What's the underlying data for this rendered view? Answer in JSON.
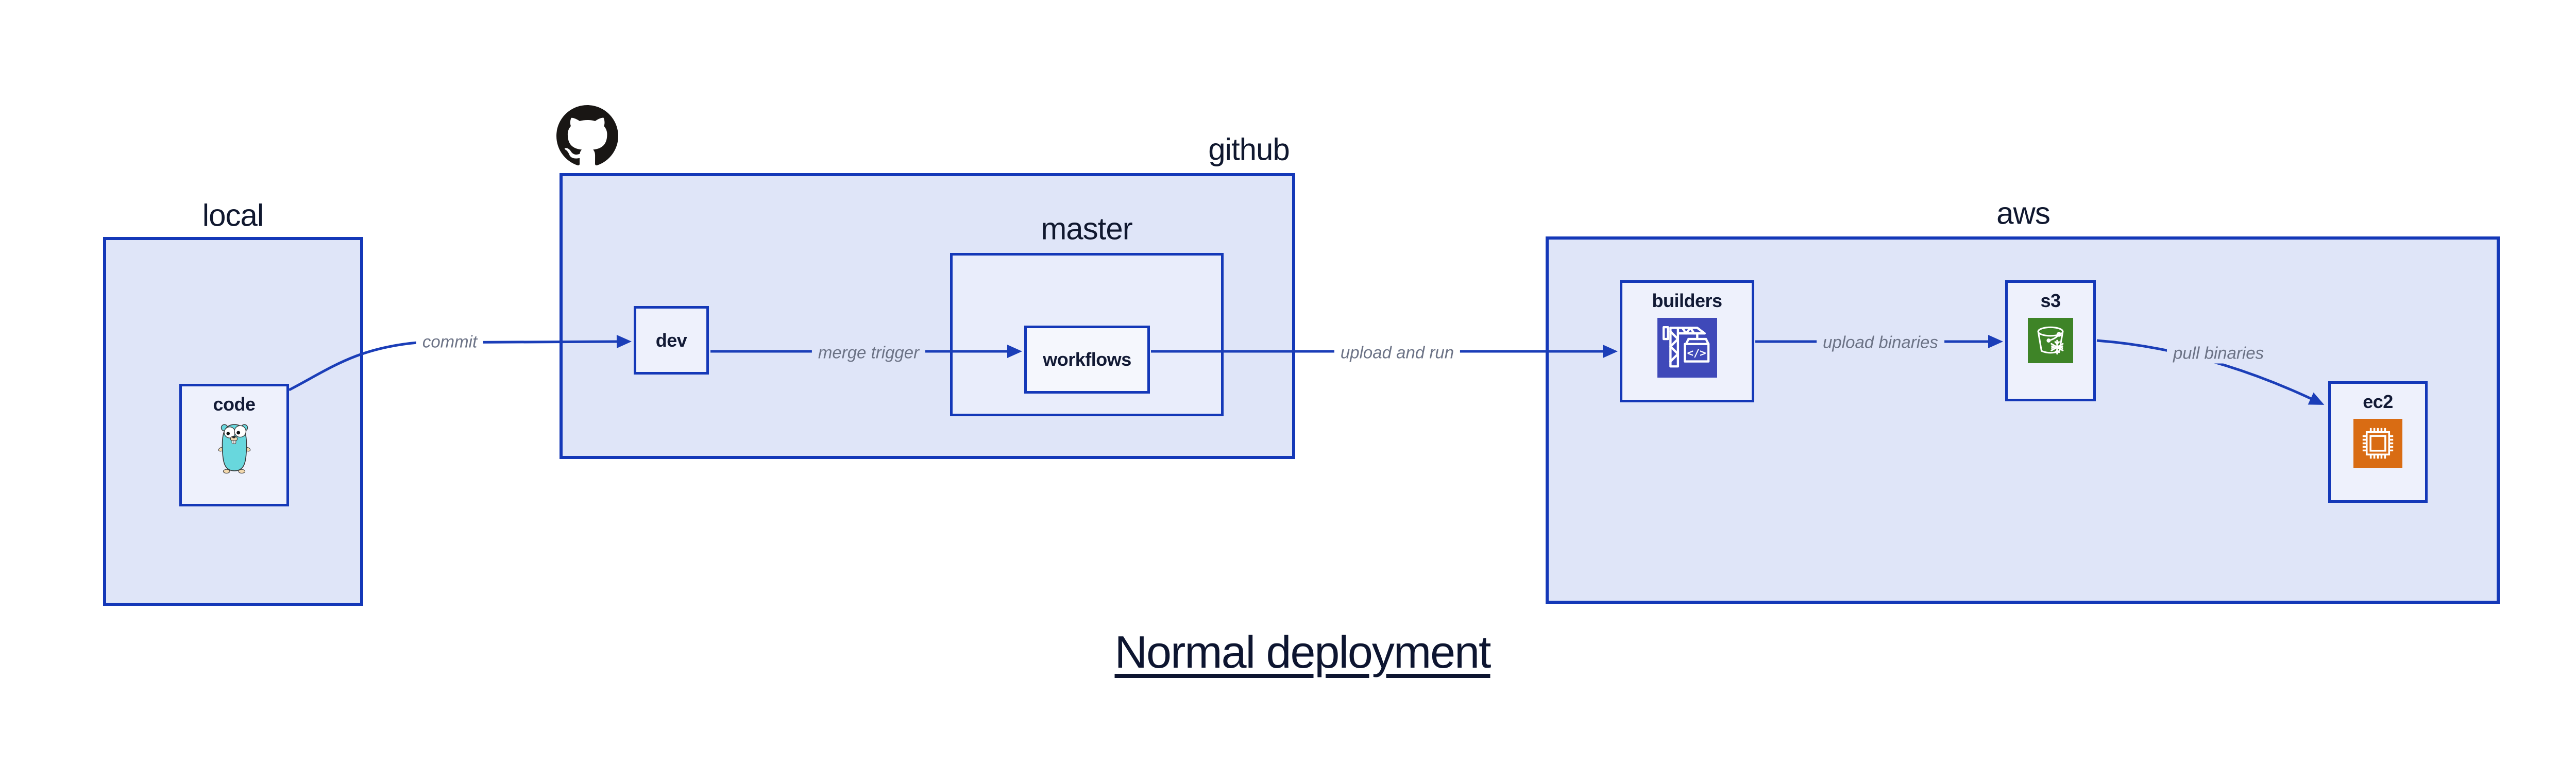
{
  "title": {
    "text": "Normal deployment"
  },
  "groups": {
    "local": {
      "label": "local"
    },
    "github": {
      "label": "github"
    },
    "master": {
      "label": "master"
    },
    "aws": {
      "label": "aws"
    }
  },
  "nodes": {
    "code": {
      "label": "code",
      "icon": "go-gopher-icon"
    },
    "dev": {
      "label": "dev"
    },
    "workflows": {
      "label": "workflows"
    },
    "builders": {
      "label": "builders",
      "icon": "aws-codebuild-crane-icon"
    },
    "s3": {
      "label": "s3",
      "icon": "aws-s3-bucket-icon"
    },
    "ec2": {
      "label": "ec2",
      "icon": "aws-ec2-chip-icon"
    }
  },
  "edges": [
    {
      "from": "code",
      "to": "dev",
      "label": "commit"
    },
    {
      "from": "dev",
      "to": "workflows",
      "label": "merge trigger"
    },
    {
      "from": "workflows",
      "to": "builders",
      "label": "upload and run"
    },
    {
      "from": "builders",
      "to": "s3",
      "label": "upload binaries"
    },
    {
      "from": "s3",
      "to": "ec2",
      "label": "pull binaries"
    }
  ],
  "icons": {
    "github_logo": "github-octocat-logo",
    "codebuild_glyph": "</>"
  },
  "colors": {
    "border_blue": "#1438b8",
    "arrow_blue": "#1b3eb8",
    "group_fill": "#dfe5f8",
    "master_fill": "#e9edfb",
    "node_fill": "#eef1fc",
    "workflows_fill": "#f5f7fd",
    "text_dark": "#10182f",
    "edge_label_gray": "#6c7386",
    "codebuild_indigo": "#3f49b9",
    "s3_green": "#3e8427",
    "ec2_orange": "#d96c13",
    "github_black": "#191614",
    "gopher_teal": "#68d7dd"
  }
}
